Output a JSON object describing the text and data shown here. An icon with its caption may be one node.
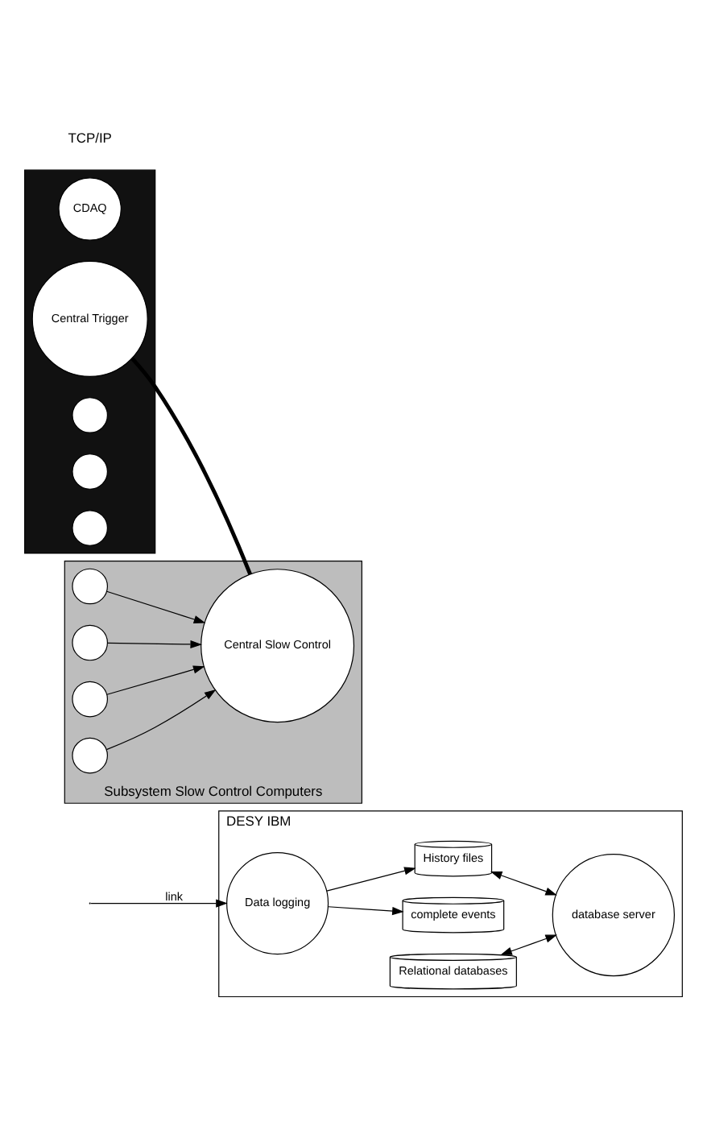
{
  "diagram": {
    "nodes": [
      {
        "text": [
          "DESY IBM"
        ]
      },
      {
        "text": [
          "Data logging"
        ],
        "in": 0
      },
      {
        "text": [
          "complete events"
        ],
        "in": 0
      },
      {
        "text": [
          "History files"
        ],
        "in": 0
      },
      {
        "text": [
          "Relational databases"
        ],
        "in": 0
      },
      {
        "text": [
          "database server"
        ],
        "in": 0
      },
      {
        "text": [],
        "shape": "box"
      },
      {
        "text": [
          "CDAQ"
        ],
        "in": 6
      },
      {
        "text": [
          "Central Trigger"
        ],
        "in": 6
      },
      {
        "text": [],
        "shape": "circle",
        "in": 6
      },
      {
        "text": [],
        "shape": "circle",
        "in": 6
      },
      {
        "text": [],
        "shape": "circle",
        "in": 6
      },
      {
        "text": [
          "Subsystem Slow Control Computers"
        ]
      },
      {
        "text": [
          "Central Slow Control"
        ],
        "in": 12
      },
      {
        "text": [],
        "shape": "circle",
        "in": 12
      },
      {
        "text": [],
        "shape": "circle",
        "in": 12
      },
      {
        "text": [],
        "shape": "circle",
        "in": 12
      },
      {
        "text": [],
        "shape": "circle",
        "in": 12
      }
    ],
    "edges": [
      {
        "from": null,
        "to": 1,
        "arrow": "to",
        "label": "link"
      },
      {
        "from": 1,
        "to": 2,
        "arrow": "to"
      },
      {
        "from": 1,
        "to": 3,
        "arrow": "to"
      },
      {
        "from": 3,
        "to": 5,
        "arrow": "both"
      },
      {
        "from": 4,
        "to": 5,
        "arrow": "both"
      },
      {
        "from": 8,
        "to": 13,
        "arrow": "none",
        "style": "thick"
      },
      {
        "from": 14,
        "to": 13,
        "arrow": "to"
      },
      {
        "from": 15,
        "to": 13,
        "arrow": "to"
      },
      {
        "from": 16,
        "to": 13,
        "arrow": "to"
      },
      {
        "from": 17,
        "to": 13,
        "arrow": "to"
      }
    ],
    "labels": [
      "TCP/IP"
    ]
  }
}
